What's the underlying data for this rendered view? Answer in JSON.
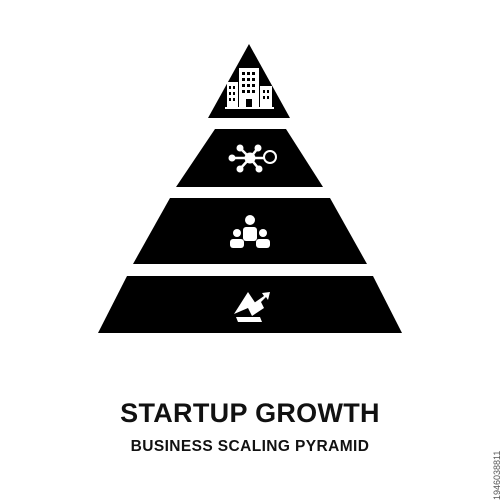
{
  "title": "STARTUP GROWTH",
  "subtitle": "BUSINESS SCALING PYRAMID",
  "stock_id": "1946038811",
  "colors": {
    "pyramid": "#000000",
    "icon": "#ffffff",
    "text": "#111111",
    "background": "#ffffff"
  },
  "tiers": [
    {
      "icon": "office-building-icon"
    },
    {
      "icon": "network-nodes-icon"
    },
    {
      "icon": "team-people-icon"
    },
    {
      "icon": "growth-arrow-icon"
    }
  ]
}
